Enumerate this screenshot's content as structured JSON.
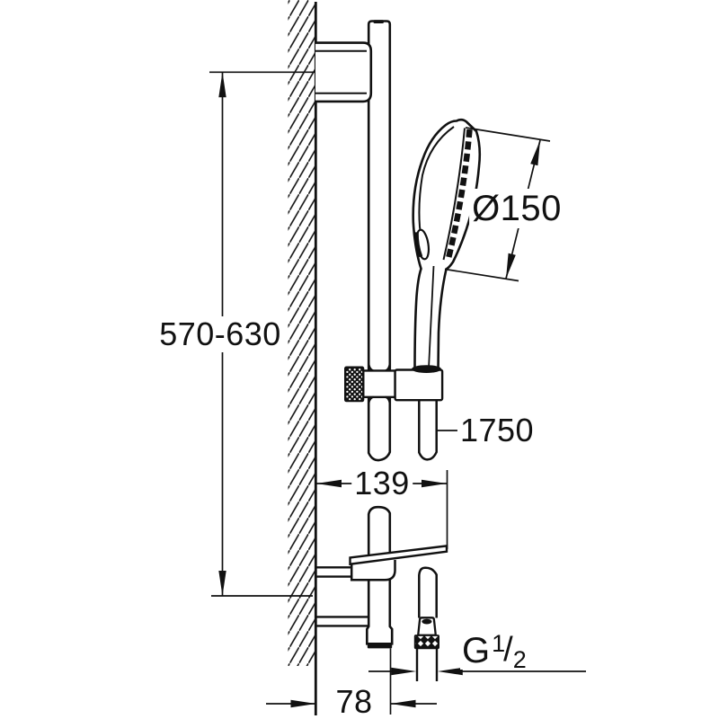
{
  "drawing": {
    "type": "technical-dimension-drawing",
    "subject": "wall-mounted shower rail set with hand shower, slider holder, soap dish and hose"
  },
  "dimensions": {
    "rail_height": "570-630",
    "head_diameter": "Ø150",
    "hose_length": "1750",
    "bar_to_wall": "139",
    "bottom_offset": "78",
    "thread": {
      "letter": "G",
      "numerator": "1",
      "slash": "/",
      "denominator": "2"
    }
  },
  "colors": {
    "line": "#111111",
    "background": "#ffffff"
  }
}
